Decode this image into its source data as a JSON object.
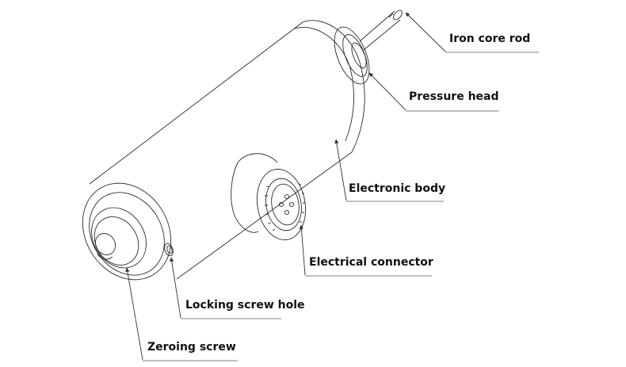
{
  "labels": {
    "iron_core_rod": "Iron core rod",
    "pressure_head": "Pressure head",
    "electronic_body": "Electronic body",
    "electrical_connector": "Electrical connector",
    "locking_screw_hole": "Locking screw hole",
    "zeroing_screw": "Zeroing screw"
  },
  "colors": {
    "line": "#2a2a2a",
    "text": "#111111",
    "background": "#ffffff"
  }
}
